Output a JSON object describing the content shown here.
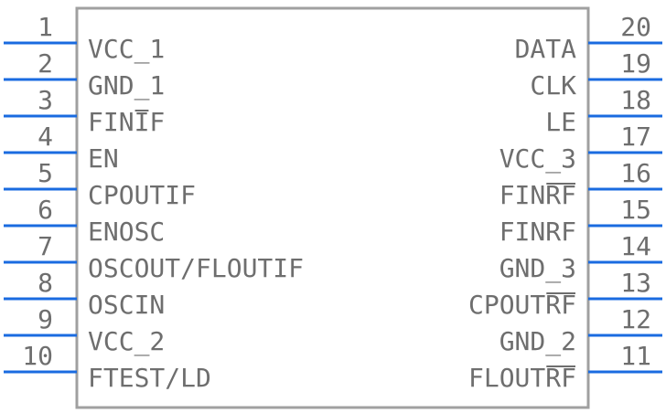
{
  "component": {
    "colors": {
      "pin": "#1a6be0",
      "body_outline": "#a0a0a0",
      "text": "#6e6e6e"
    },
    "left_pins": [
      {
        "number": "1",
        "name": "VCC_1"
      },
      {
        "number": "2",
        "name": "GND_1"
      },
      {
        "number": "3",
        "name": "FINIF",
        "overbar": "I"
      },
      {
        "number": "4",
        "name": "EN"
      },
      {
        "number": "5",
        "name": "CPOUTIF"
      },
      {
        "number": "6",
        "name": "ENOSC"
      },
      {
        "number": "7",
        "name": "OSCOUT/FLOUTIF"
      },
      {
        "number": "8",
        "name": "OSCIN"
      },
      {
        "number": "9",
        "name": "VCC_2"
      },
      {
        "number": "10",
        "name": "FTEST/LD"
      }
    ],
    "right_pins": [
      {
        "number": "20",
        "name": "DATA"
      },
      {
        "number": "19",
        "name": "CLK"
      },
      {
        "number": "18",
        "name": "LE"
      },
      {
        "number": "17",
        "name": "VCC_3"
      },
      {
        "number": "16",
        "name": "FINRF",
        "overbar": "RF"
      },
      {
        "number": "15",
        "name": "FINRF"
      },
      {
        "number": "14",
        "name": "GND_3"
      },
      {
        "number": "13",
        "name": "CPOUTRF",
        "overbar": "RF"
      },
      {
        "number": "12",
        "name": "GND_2"
      },
      {
        "number": "11",
        "name": "FLOUTRF",
        "overbar": "RF"
      }
    ]
  }
}
